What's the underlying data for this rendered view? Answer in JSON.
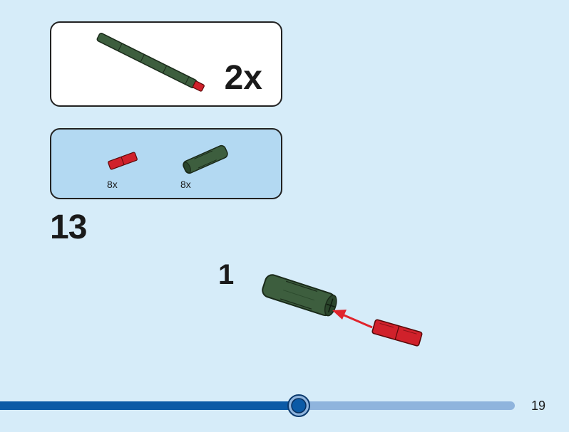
{
  "result": {
    "quantity": "2x"
  },
  "parts": [
    {
      "name": "red-pin",
      "quantity": "8x",
      "color": "#d0212b"
    },
    {
      "name": "green-tube",
      "quantity": "8x",
      "color": "#3d5e3e"
    }
  ],
  "step": {
    "number": "13",
    "sub_step": "1"
  },
  "progress": {
    "fraction": 0.58,
    "color_done": "#0b5aa6",
    "color_remaining": "#8fb4dd"
  },
  "page": {
    "number": "19"
  },
  "colors": {
    "background": "#d6ecf9",
    "arrow": "#e0242c"
  }
}
